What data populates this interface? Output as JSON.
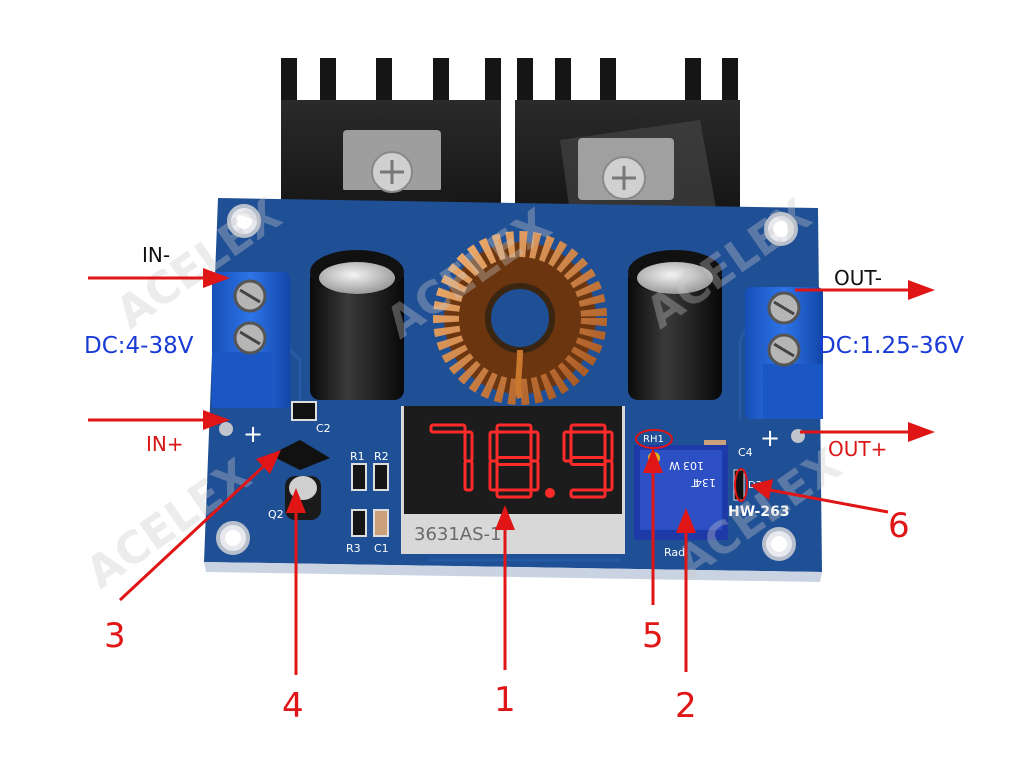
{
  "labels": {
    "in_minus": "IN-",
    "in_plus": "IN+",
    "in_voltage": "DC:4-38V",
    "out_minus": "OUT-",
    "out_plus": "OUT+",
    "out_voltage": "DC:1.25-36V"
  },
  "display": {
    "reading": "78.9",
    "part_number": "3631AS-1"
  },
  "board": {
    "model": "HW-263",
    "pot_marking_1": "103",
    "pot_marking_2": "W",
    "pot_marking_3": "T",
    "pot_marking_4": "134",
    "adj_label": "Radj",
    "silk_plus": "+",
    "silk_rh1": "RH1",
    "silk_c1": "C1",
    "silk_c2": "C2",
    "silk_c4": "C4",
    "silk_r1": "R1",
    "silk_r2": "R2",
    "silk_r3": "R3",
    "silk_q2": "Q2",
    "silk_d2": "D2"
  },
  "callouts": [
    "1",
    "2",
    "3",
    "4",
    "5",
    "6"
  ],
  "watermark": "ACELEX",
  "colors": {
    "pcb": "#1f4f95",
    "arrow": "#e01515",
    "segment_on": "#ff2a2a",
    "terminal": "#1e5fd0",
    "label_blue": "#1a3bd6"
  }
}
